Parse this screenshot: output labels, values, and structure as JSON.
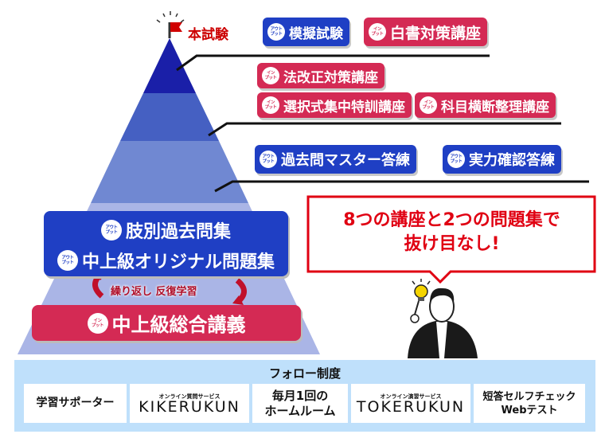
{
  "exam": {
    "label": "本試験"
  },
  "icons": {
    "output": [
      "アウト",
      "プット"
    ],
    "input": [
      "イン",
      "プット"
    ]
  },
  "tier1": [
    {
      "type": "output",
      "label": "模擬試験"
    },
    {
      "type": "input",
      "label": "白書対策講座"
    }
  ],
  "tier2": [
    {
      "type": "input",
      "label": "法改正対策講座"
    },
    {
      "type": "input",
      "label": "選択式集中特訓講座"
    },
    {
      "type": "input",
      "label": "科目横断整理講座"
    }
  ],
  "tier3": [
    {
      "type": "output",
      "label": "過去問マスター答練"
    },
    {
      "type": "output",
      "label": "実力確認答練"
    }
  ],
  "base_output": [
    {
      "type": "output",
      "label": "肢別過去問集"
    },
    {
      "type": "output",
      "label": "中上級オリジナル問題集"
    }
  ],
  "repeat": {
    "label": "繰り返し 反復学習"
  },
  "base_input": {
    "type": "input",
    "label": "中上級総合講義"
  },
  "bubble": {
    "line1": "8つの講座と2つの問題集で",
    "line2": "抜け目なし!"
  },
  "follow": {
    "title": "フォロー制度",
    "items": [
      {
        "label": "学習サポーター"
      },
      {
        "sub": "オンライン質問サービス",
        "logo": "KIKERUKUN"
      },
      {
        "line1": "毎月1回の",
        "line2": "ホームルーム"
      },
      {
        "sub": "オンライン演習サービス",
        "logo": "TOKERUKUN"
      },
      {
        "line1": "短答セルフチェック",
        "line2": "Webテスト"
      }
    ]
  },
  "colors": {
    "blue": "#1f3fc4",
    "red": "#d42a54",
    "accent": "#e00012"
  }
}
